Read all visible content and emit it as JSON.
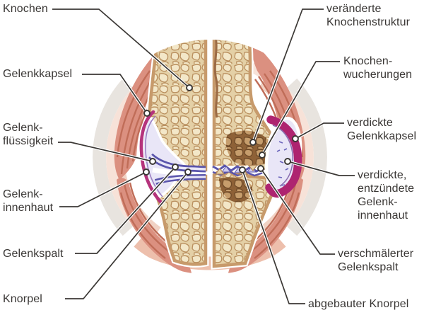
{
  "figure": {
    "kind": "knee-joint-cross-section-comparison",
    "left_half": "normal joint",
    "right_half": "osteoarthritic joint"
  },
  "annotations": {
    "left": [
      {
        "id": "knochen",
        "label_lines": [
          "Knochen"
        ]
      },
      {
        "id": "gelenkkapsel",
        "label_lines": [
          "Gelenkkapsel"
        ]
      },
      {
        "id": "gelenkfluessigkeit",
        "label_lines": [
          "Gelenk-",
          "flüssigkeit"
        ]
      },
      {
        "id": "gelenkinnenhaut",
        "label_lines": [
          "Gelenk-",
          "innenhaut"
        ]
      },
      {
        "id": "gelenkspalt",
        "label_lines": [
          "Gelenkspalt"
        ]
      },
      {
        "id": "knorpel",
        "label_lines": [
          "Knorpel"
        ]
      }
    ],
    "right": [
      {
        "id": "veraenderte-knochenstruktur",
        "label_lines": [
          "veränderte",
          "Knochenstruktur"
        ]
      },
      {
        "id": "knochenwucherungen",
        "label_lines": [
          "Knochen-",
          "wucherungen"
        ]
      },
      {
        "id": "verdickte-gelenkkapsel",
        "label_lines": [
          "verdickte",
          "Gelenkkapsel"
        ]
      },
      {
        "id": "entzuendete-innenhaut",
        "label_lines": [
          "verdickte,",
          "entzündete",
          "Gelenk-",
          "innenhaut"
        ]
      },
      {
        "id": "verschmaelerter-gelenkspalt",
        "label_lines": [
          "verschmälerter",
          "Gelenkspalt"
        ]
      },
      {
        "id": "abgebauter-knorpel",
        "label_lines": [
          "abgebauter Knorpel"
        ]
      }
    ]
  },
  "colors": {
    "text": "#3a3735",
    "leader_line": "#3b3835",
    "ring_grey": "#e8e4df",
    "ring_pink_light": "#f7e2d8",
    "ring_pink_deep": "#f1d2c4",
    "bottom_band": "#edbfac",
    "muscle": "#db9080",
    "muscle_stripe": "#c06d58",
    "bone_cortex": "#c79a6b",
    "bone_spongy_bg": "#e4d0a6",
    "bone_cell": "#f3e7c8",
    "bone_diseased_bg": "#8e6137",
    "capsule_magenta": "#b5337c",
    "capsule_thick_magenta": "#ae2470",
    "synovial_fluid": "#e9e6f7",
    "cartilage_blue": "#5a55ac",
    "cartilage_core": "#e9e7f8"
  }
}
